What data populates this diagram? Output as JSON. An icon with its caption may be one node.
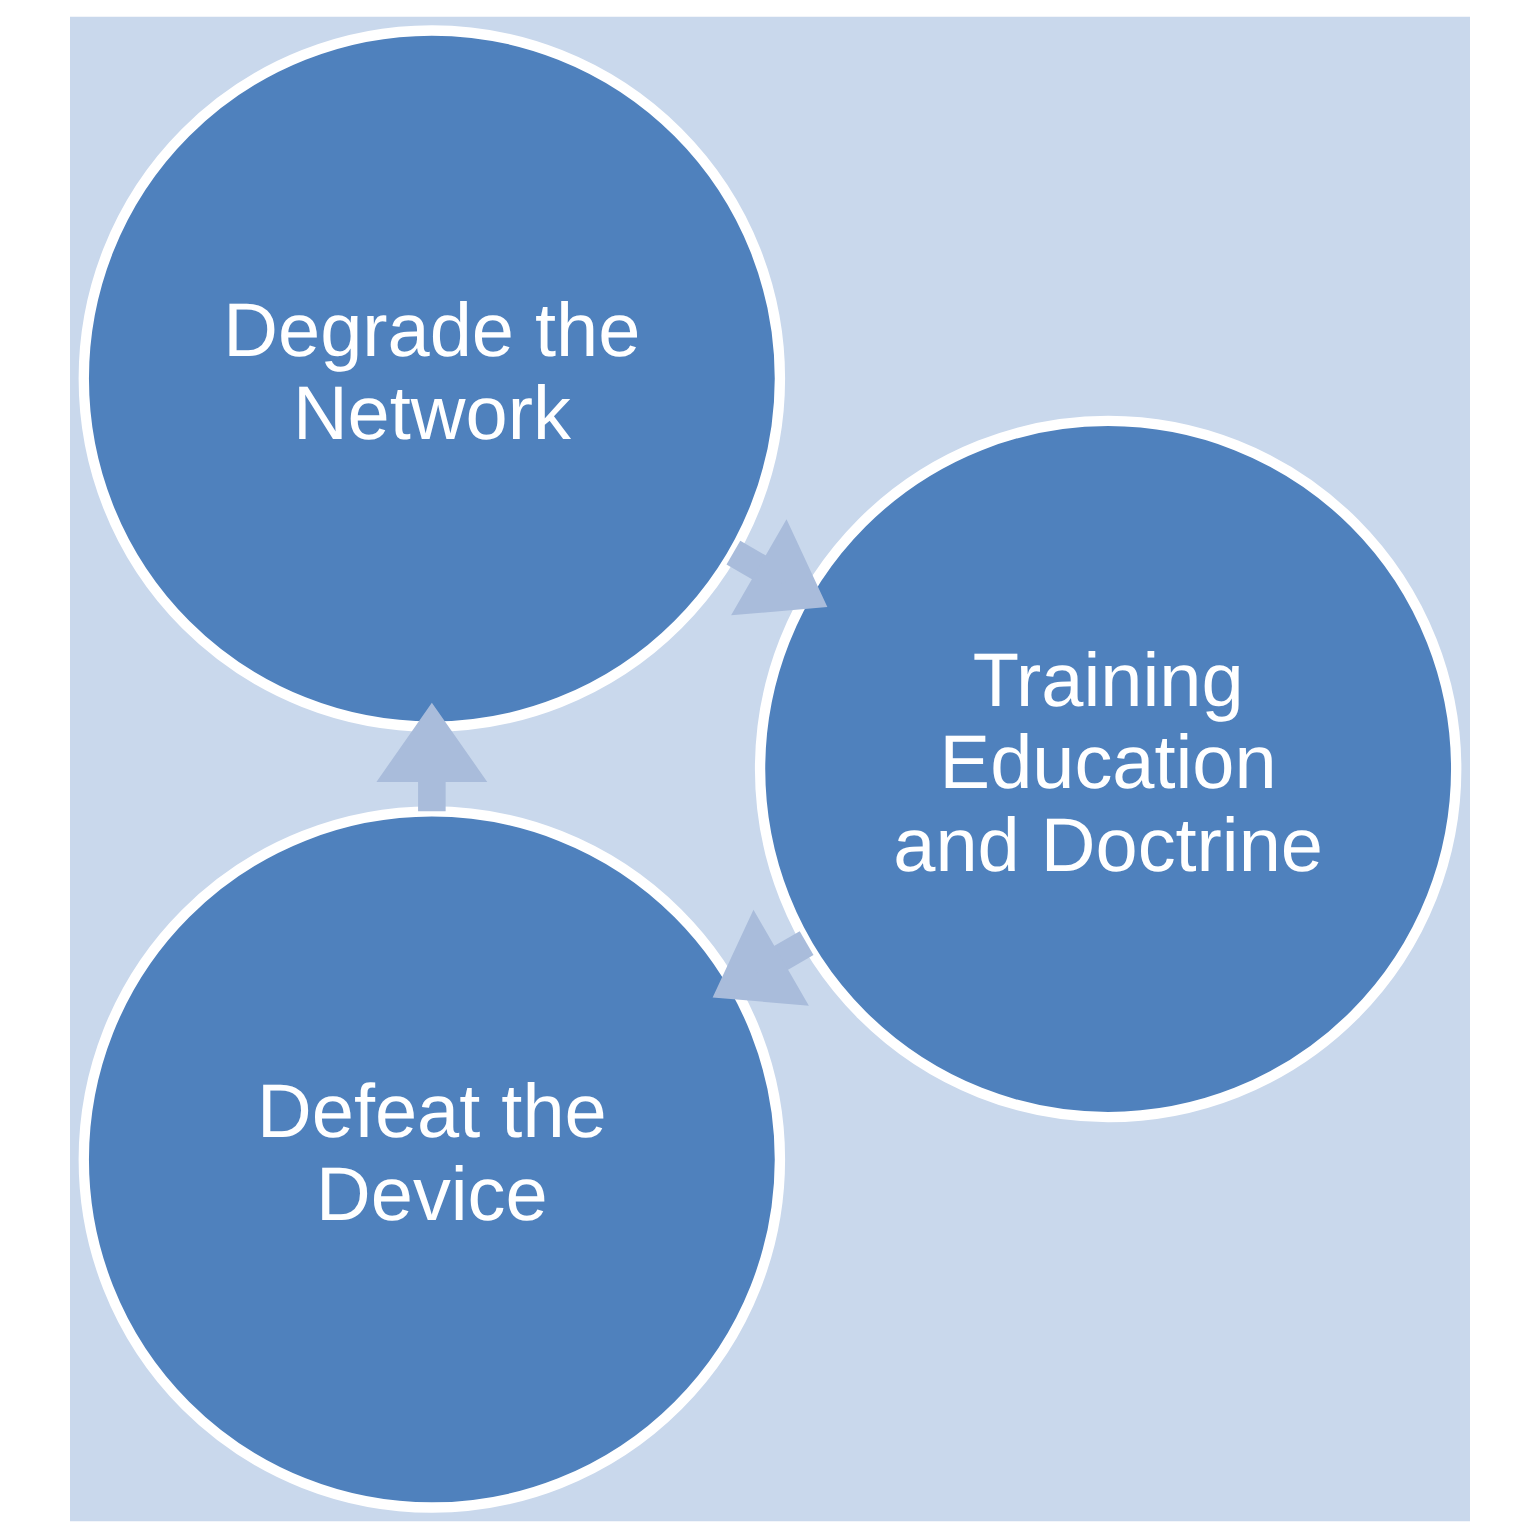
{
  "diagram": {
    "nodes": [
      {
        "text": [
          "Defeat the Device"
        ]
      },
      {
        "text": [
          "Degrade the Network"
        ]
      },
      {
        "text": [
          "Training Education and Doctrine"
        ]
      }
    ],
    "edges": [
      {
        "from": 0,
        "to": 1,
        "arrow": "to"
      },
      {
        "from": 1,
        "to": 2,
        "arrow": "to"
      },
      {
        "from": 2,
        "to": 0,
        "arrow": "to"
      }
    ]
  }
}
